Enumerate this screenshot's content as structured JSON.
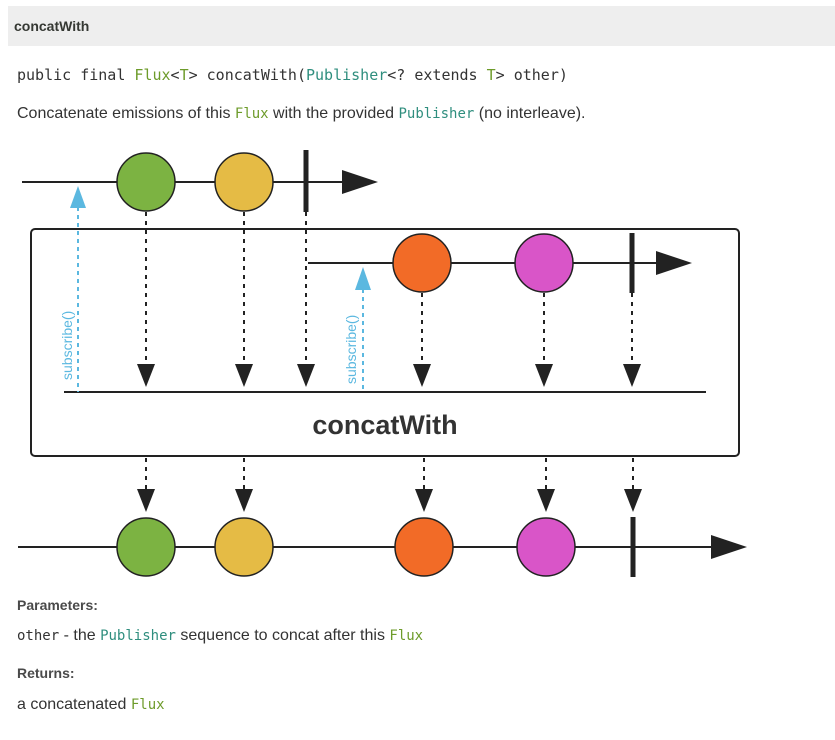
{
  "header": {
    "title": "concatWith"
  },
  "signature": {
    "prefix": "public final ",
    "flux": "Flux",
    "lt1": "<",
    "t1": "T",
    "gt1": ">",
    "method": " concatWith(",
    "publisher": "Publisher",
    "mid": "<? extends ",
    "t2": "T",
    "suffix": "> other)"
  },
  "description": {
    "part1": "Concatenate emissions of this ",
    "flux": "Flux",
    "part2": " with the provided ",
    "publisher": "Publisher",
    "part3": " (no interleave)."
  },
  "diagram": {
    "operator_label": "concatWith",
    "subscribe_label_1": "subscribe()",
    "subscribe_label_2": "subscribe()",
    "colors": {
      "green": "#7cb342",
      "yellow": "#e5bb45",
      "orange": "#f26b27",
      "magenta": "#d955c8",
      "subscribe_blue": "#5bb8e0",
      "line": "#222222"
    }
  },
  "parameters": {
    "heading": "Parameters:",
    "name": "other",
    "dash": " - the ",
    "publisher": "Publisher",
    "text": " sequence to concat after this ",
    "flux": "Flux"
  },
  "returns": {
    "heading": "Returns:",
    "text": "a concatenated ",
    "flux": "Flux"
  }
}
